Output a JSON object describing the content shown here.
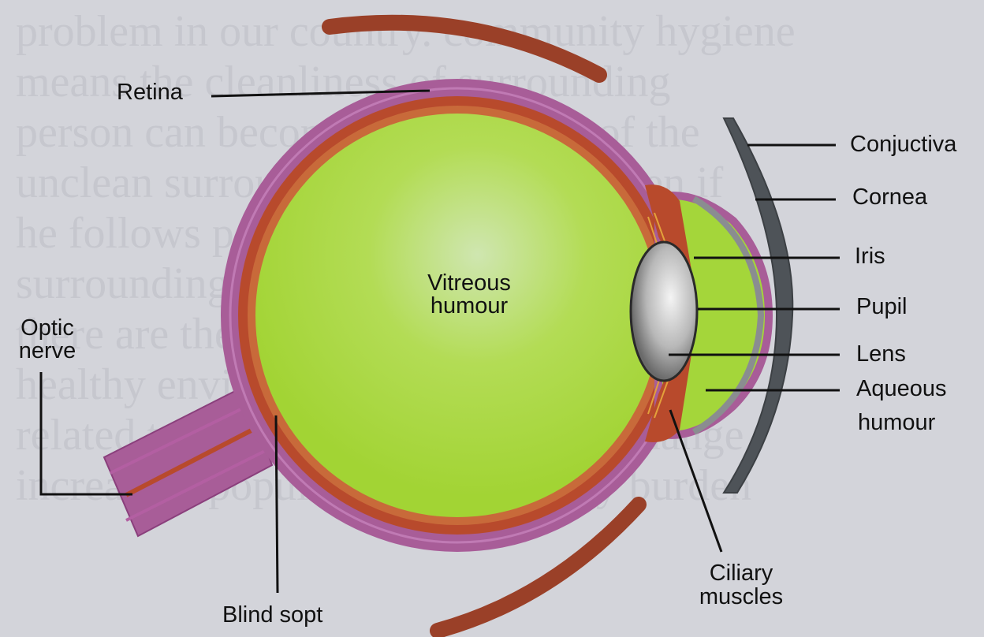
{
  "background_text": [
    "problem in our country. community hygiene",
    "means the cleanliness of surrounding",
    "person can become sick because of the",
    "unclean surrounding around him even if",
    "he follows personal and good hygiene.",
    "surroundings of a person in which he lives",
    "there are the factors responsible for",
    "healthy environment and community",
    "related to human welfare, climate change",
    "increasing population and poverty burden"
  ],
  "labels": {
    "retina": "Retina",
    "conjunctiva": "Conjuctiva",
    "cornea": "Cornea",
    "iris": "Iris",
    "pupil": "Pupil",
    "lens": "Lens",
    "aqueous_line1": "Aqueous",
    "aqueous_line2": "humour",
    "vitreous_line1": "Vitreous",
    "vitreous_line2": "humour",
    "optic_line1": "Optic",
    "optic_line2": "nerve",
    "blind_spot": "Blind sopt",
    "ciliary_line1": "Ciliary",
    "ciliary_line2": "muscles"
  },
  "colors": {
    "vitreous": "#a4d63a",
    "sclera": "#a85d98",
    "choroid": "#b84a2c",
    "cornea": "#4e5358",
    "eyelid": "#9a4028",
    "leader": "#111111"
  }
}
